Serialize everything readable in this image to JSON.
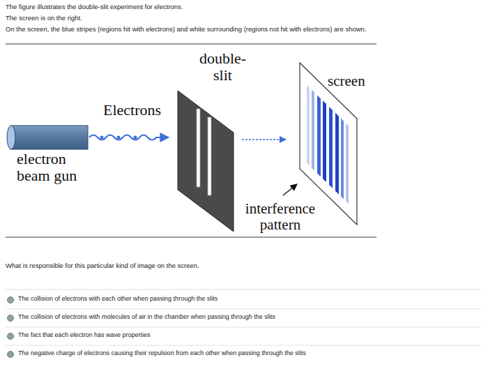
{
  "diagram": {
    "labels": [
      "The figure illustrates the double-slit experiment for electrons.",
      "The screen is on the right.",
      "On the screen, the blue stripes (regions hit with electrons) and white surrounding (regions not hit with electrons) are shown.",
      "double-slit",
      "screen",
      "Electrons",
      "electron beam gun",
      "interference pattern",
      "What is responsible for this particular kind of image on the screen.",
      "The collision of electrons with each other when passing through the slits",
      "The collision of electrons with molecules of air in the chamber when passing through the slits",
      "The fact that each electron has wave properties",
      "The negative charge of electrons causing their repulsion from each other when passing through the slits"
    ]
  }
}
